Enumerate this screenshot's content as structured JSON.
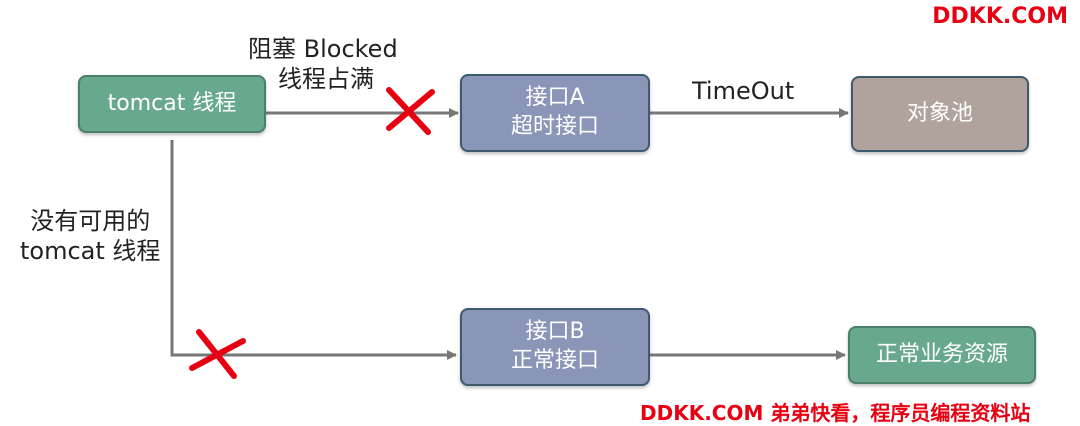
{
  "watermark_top": "DDKK.COM",
  "watermark_bottom": "DDKK.COM 弟弟快看，程序员编程资料站",
  "nodes": {
    "tomcat": "tomcat 线程",
    "api_a_line1": "接口A",
    "api_a_line2": "超时接口",
    "object_pool": "对象池",
    "api_b_line1": "接口B",
    "api_b_line2": "正常接口",
    "normal_resource": "正常业务资源"
  },
  "labels": {
    "blocked_line1": "阻塞 Blocked",
    "blocked_line2": "线程占满",
    "timeout": "TimeOut",
    "no_thread_line1": "没有可用的",
    "no_thread_line2": "tomcat 线程"
  },
  "colors": {
    "green_node": "#68a88d",
    "purple_node": "#8a95b8",
    "taupe_node": "#b0a39d",
    "arrow": "#777777",
    "cross": "#e60012"
  }
}
